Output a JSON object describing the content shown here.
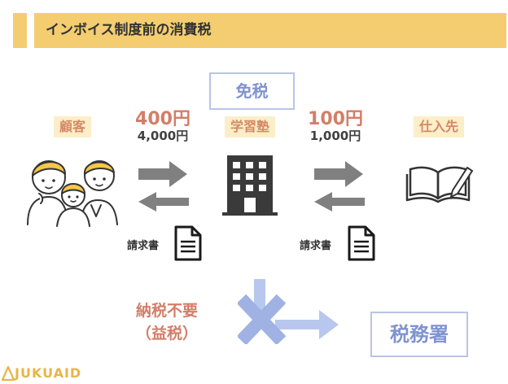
{
  "header": {
    "title": "インボイス制度前の消費税"
  },
  "center": {
    "status_box": "免税",
    "label": "学習塾",
    "building_icon": "office-building-icon"
  },
  "customer": {
    "label": "顧客",
    "icon": "family-icon"
  },
  "supplier": {
    "label": "仕入先",
    "icon": "open-book-icon"
  },
  "left_flow": {
    "price_main": "400円",
    "price_sub": "4,000円",
    "invoice_label": "請求書"
  },
  "right_flow": {
    "price_main": "100円",
    "price_sub": "1,000円",
    "invoice_label": "請求書"
  },
  "tax": {
    "note_line1": "納税不要",
    "note_line2": "（益税）",
    "office": "税務署"
  },
  "brand": {
    "name": "JUKUAID"
  },
  "colors": {
    "header_bg": "#f3cd70",
    "box_border": "#b8c4e8",
    "box_text": "#8093cf",
    "price_accent": "#d37e68",
    "arrow_gray": "#808080",
    "cross_blue": "#9fb2e3"
  }
}
